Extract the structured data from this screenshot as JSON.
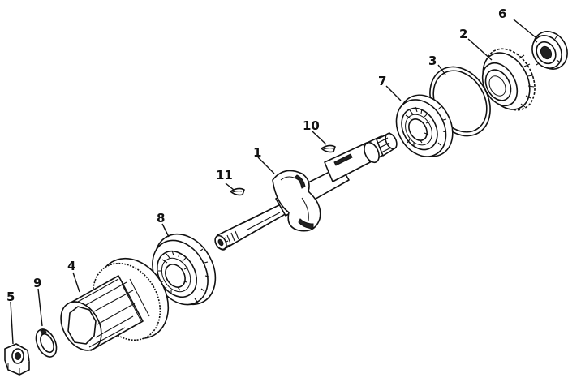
{
  "parts": [
    {
      "number": "1"
    },
    {
      "number": "2"
    },
    {
      "number": "3"
    },
    {
      "number": "4"
    },
    {
      "number": "5"
    },
    {
      "number": "6"
    },
    {
      "number": "7"
    },
    {
      "number": "8"
    },
    {
      "number": "9"
    },
    {
      "number": "10"
    },
    {
      "number": "11"
    }
  ]
}
